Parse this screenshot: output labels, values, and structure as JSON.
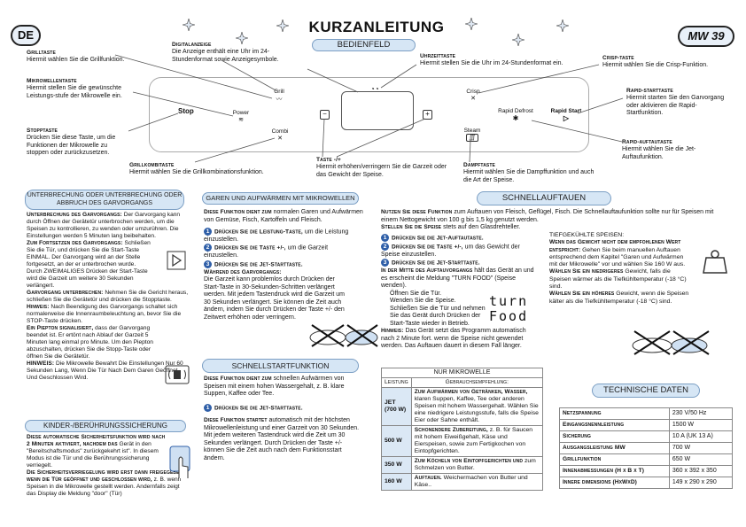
{
  "header": {
    "lang": "DE",
    "title": "KURZANLEITUNG",
    "subtitle": "BEDIENFELD",
    "model": "MW 39"
  },
  "panel": {
    "labels": {
      "grill": "Grill",
      "power": "Power",
      "stop": "Stop",
      "combi": "Combi",
      "minus": "−",
      "plus": "+",
      "crisp": "Crisp",
      "rapid_defrost": "Rapid Defrost",
      "rapid_start": "Rapid Start",
      "steam": "Steam"
    },
    "callouts": {
      "digitalanzeige_t": "Digitalanzeige",
      "digitalanzeige": "Die Anzeige enthält eine Uhr im 24-Stundenformat sowie Anzeigesymbole.",
      "uhrzeit_t": "Uhrzeittaste",
      "uhrzeit": "Hiermit stellen Sie die Uhr im 24-Stundenformat ein.",
      "crisp_t": "Crisp-taste",
      "crisp": "Hiermit wählen Sie die Crisp-Funktion.",
      "grill_t": "Grilltaste",
      "grill": "Hiermit wählen Sie die Grillfunktion.",
      "mikro_t": "Mikrowellentaste",
      "mikro": "Hiermit stellen Sie die gewünschte Leistungs-stufe der Mikrowelle ein.",
      "rapidstart_t": "Rapid-starttaste",
      "rapidstart": "Hiermit starten Sie den Garvorgang oder aktivieren die Rapid-Startfunktion.",
      "stop_t": "Stopptaste",
      "stop": "Drücken Sie diese Taste, um die Funktionen der Mikrowelle zu stoppen oder zurückzusetzen.",
      "rapidauf_t": "Rapid-auftautaste",
      "rapidauf": "Hiermit wählen Sie die Jet-Auftaufunktion.",
      "plusminus_t": "Taste -/+",
      "plusminus": "Hiermit erhöhen/verringern Sie die Garzeit oder das Gewicht der Speise.",
      "dampf_t": "Dampftaste",
      "dampf": "Hiermit wählen Sie die Dampffunktion und auch die Art der Speise.",
      "grillkombi_t": "Grillkombitaste",
      "grillkombi": "Hiermit wählen Sie die Grillkombinationsfunktion."
    }
  },
  "col1": {
    "heading": "UNTERBRECHUNG ODER UNTERBRECHUNG ODER ABBRUCH DES GARVORGANGS",
    "p1_t": "Unterbrechung des Garvorgangs:",
    "p1": "Der Garvorgang kann durch Öffnen der Gerätetür unterbrochen werden, um die Speisen zu kontrollieren, zu wenden oder umzurühren. Die Einstellungen werden 5 Minuten lang beibehalten.",
    "p2_t": "Zum Fortsetzen des Garvorgangs:",
    "p2": "Schließen Sie die Tür, und drücken Sie die Start-Taste EINMAL. Der Garvorgang wird an der Stelle fortgesetzt, an der er unterbrochen wurde.",
    "p3": "Durch ZWEIMALIGES Drücken der Start-Taste wird die Garzeit um weitere 30 Sekunden verlängert.",
    "p4_t": "Garvorgang unterbrechen:",
    "p4": "Nehmen Sie die Gericht heraus, schließen Sie die Gerätetür und drücken die Stopptaste.",
    "p5_t": "Hinweis:",
    "p5": "Nach Beendigung des Garvorgangs schaltet sich normalerweise die Innenraumbeleuchtung an, bevor Sie die STOP-Taste drücken.",
    "p6_t": "Ein Piepton signalisiert,",
    "p6": "dass der Garvorgang beendet ist. Er ertönt nach Ablauf der Garzeit 5 Minuten lang einmal pro Minute. Um den Piepton abzuschalten, drücken Sie die Stopp-Taste oder öffnen Sie die Gerätetür.",
    "p7_t": "HINWEIS:",
    "p7": "Die Mikrowelle Bewahrt Die Einstellungen Nur 60 Sekunden Lang, Wenn Die Tür Nach Dem Garen Geöffnet Und Geschlossen Wird.",
    "heading2": "KINDER-/BERÜHRUNGSSICHERUNG",
    "k1_t": "Diese automatische Sicherheitsfunktion wird nach 2 Minuten aktiviert, nachdem das",
    "k1": "Gerät in den \"Bereitschaftsmodus\" zurückgekehrt ist\". In diesem Modus ist die Tür und die Berührungssicherung verriegelt.",
    "k2_t": "Die Sicherheitsverriegelung wird erst dann freigegeben, wenn die Tür geöffnet und geschlossen wird,",
    "k2": "z. B. wenn Speisen in die Mikrowelle gestellt werden. Andernfalls zeigt das Display die Meldung \"door\" (Tür)"
  },
  "col2": {
    "heading": "GAREN UND AUFWÄRMEN MIT MIKROWELLEN",
    "intro_t": "Diese Funktion dient zum",
    "intro": "normalen Garen und Aufwärmen von Gemüse, Fisch, Kartoffeln und Fleisch.",
    "s1_t": "Drücken Sie die Leistung-Taste,",
    "s1": "um die Leistung einzustellen.",
    "s2_t": "Drücken Sie die Taste +/-,",
    "s2": "um die Garzeit einzustellen.",
    "s3_t": "Drücken Sie die Jet-Starttaste.",
    "w_t": "Während des Garvorgangs:",
    "w": "Die Garzeit kann problemlos durch Drücken der Start-Taste in 30-Sekunden-Schritten verlängert werden. Mit jedem Tastendruck wird die Garzeit um 30 Sekunden verlängert. Sie können die Zeit auch ändern, indem Sie durch Drücken der Taste +/- den Zeitwert erhöhen oder verringern.",
    "heading2": "SCHNELLSTARTFUNKTION",
    "q1_t": "Diese Funktion dient zum",
    "q1": "schnellen Aufwärmen von Speisen mit einem hohen Wassergehalt, z. B. klare Suppen, Kaffee oder Tee.",
    "q2_t": "Drücken Sie die Jet-Starttaste.",
    "q3_t": "Diese Funktion startet",
    "q3": "automatisch mit der höchsten Mikrowellenleistung und einer Garzeit von 30 Sekunden. Mit jedem weiteren Tastendruck wird die Zeit um 30 Sekunden verlängert. Durch Drücken der Taste +/- können Sie die Zeit auch nach dem Funktionsstart ändern."
  },
  "col3": {
    "heading": "SCHNELLAUFTAUEN",
    "intro_t": "Nutzen Sie diese Funktion",
    "intro": "zum Auftauen von Fleisch, Geflügel, Fisch. Die Schnellauftaufunktion sollte nur für Speisen mit einem Nettogewicht von 100 g bis 1,5 kg genutzt werden.",
    "place_t": "Stellen Sie die Speise",
    "place": "stets auf den Glasdrehteller.",
    "s1": "Drücken Sie die Jet-Auftautaste.",
    "s2_t": "Drücken Sie die Taste +/-,",
    "s2": "um das Gewicht der Speise einzustellen.",
    "s3": "Drücken Sie die Jet-Starttaste.",
    "mid_t": "In der Mitte des Auftauvorgangs",
    "mid": "hält das Gerät an und es erscheint die Meldung \"TURN FOOD\" (Speise wenden).",
    "b1": "Öffnen Sie die Tür.",
    "b2": "Wenden Sie die Speise.",
    "b3": "Schließen Sie die Tür und nehmen Sie das Gerät durch Drücken der Start-Taste wieder in Betrieb.",
    "turnfood": "turn Food",
    "hint_t": "Hinweis:",
    "hint": "Das Gerät setzt das Programm automatisch nach 2 Minute fort. wenn die Speise nicht gewendet werden. Das Auftauen dauert in diesem Fall länger.",
    "frozen_h": "TIEFGEKÜHLTE SPEISEN:",
    "f1_t": "Wenn das Gewicht nicht dem empfohlenen Wert entspricht:",
    "f1": "Gehen Sie beim manuellen Auftauen entsprechend dem Kapitel \"Garen und Aufwärmen mit der Mikrowelle\" vor und wählen Sie 160 W aus.",
    "f2_t": "Wählen Sie ein niedrigeres",
    "f2": "Gewicht, falls die Speisen wärmer als die Tiefkühltemperatur (-18 °C) sind.",
    "f3_t": "Wählen Sie ein höheres",
    "f3": "Gewicht, wenn die Speisen kälter als die Tiefkühltemperatur (-18 °C) sind."
  },
  "nurmikro": {
    "title": "NUR MIKROWELLE",
    "col_a": "Leistung",
    "col_b": "Gebrauchsempfehlung:",
    "rows": [
      {
        "p": "JET (700 W)",
        "d_t": "Zum Aufwärmen von Getränken, Wasser,",
        "d": "klaren Suppen, Kaffee, Tee oder anderen Speisen mit hohem Wassergehalt. Wählen Sie eine niedrigere Leistungsstufe, falls die Speise Eier oder Sahne enthält."
      },
      {
        "p": "500 W",
        "d_t": "Schonendere Zubereitung,",
        "d": "z. B. für Saucen mit hohem Eiweißgehalt, Käse und Eierspeisen, sowie zum Fertigkochen von Eintopfgerichten."
      },
      {
        "p": "350 W",
        "d_t": "Zum Köcheln von Eintopfgerichten und",
        "d": "zum Schmelzen von Butter."
      },
      {
        "p": "160 W",
        "d_t": "Auftauen.",
        "d": "Weichermachen von Butter und Käse.."
      }
    ]
  },
  "tech": {
    "heading": "TECHNISCHE DATEN",
    "rows": [
      {
        "k": "Netzspannung",
        "v": "230 V/50 Hz"
      },
      {
        "k": "Eingangsnennleistung",
        "v": "1500 W"
      },
      {
        "k": "Sicherung",
        "v": "10 A (UK 13 A)"
      },
      {
        "k": "Ausgangsleistung MW",
        "v": "700 W"
      },
      {
        "k": "Grillfunktion",
        "v": "650 W"
      },
      {
        "k": "Innenabmessungen (H x B x T)",
        "v": "360 x 392 x 350"
      },
      {
        "k": "Innere dimensions (HxWxD)",
        "v": "149 x 290 x 290"
      }
    ]
  },
  "icons": [
    "star-icon",
    "start-icon",
    "lock-icon",
    "weight-icon",
    "crossed-dish-icon",
    "steam-icon",
    "touch-hand-icon"
  ],
  "colors": {
    "accent": "#2f5fa8",
    "pill": "#d6e6f5",
    "pill_border": "#7c9fc4"
  }
}
